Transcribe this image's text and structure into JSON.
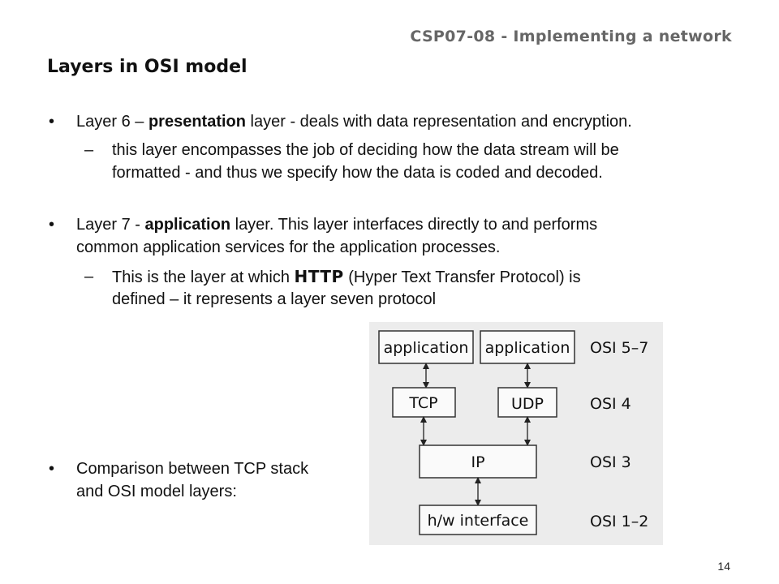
{
  "header": {
    "course": "CSP07-08 - Implementing a network"
  },
  "title": "Layers in OSI model",
  "bullets": {
    "layer6": {
      "prefix": "Layer 6 – ",
      "keyword": "presentation",
      "suffix": " layer - deals with data representation and encryption.",
      "sub_line1": "this layer encompasses the job of deciding how the data stream will be",
      "sub_line2": "formatted - and thus we specify how the data is coded and decoded."
    },
    "layer7": {
      "prefix": "Layer 7 - ",
      "keyword": "application",
      "line1_suffix": " layer. This layer interfaces directly to and performs",
      "line2": "common application services for the application processes.",
      "sub_prefix": "This is the layer at which ",
      "sub_keyword": "HTTP",
      "sub_suffix": " (Hyper Text Transfer Protocol) is",
      "sub_line2": "defined – it represents a layer seven protocol"
    },
    "comparison": {
      "line1": "Comparison between TCP stack",
      "line2": "and OSI model layers:"
    }
  },
  "bullet_symbol": "•",
  "dash_symbol": "–",
  "diagram": {
    "app_left": "application",
    "app_right": "application",
    "tcp": "TCP",
    "udp": "UDP",
    "ip": "IP",
    "hw": "h/w interface",
    "osi_57": "OSI 5–7",
    "osi_4": "OSI 4",
    "osi_3": "OSI 3",
    "osi_12": "OSI 1–2"
  },
  "page_number": "14"
}
